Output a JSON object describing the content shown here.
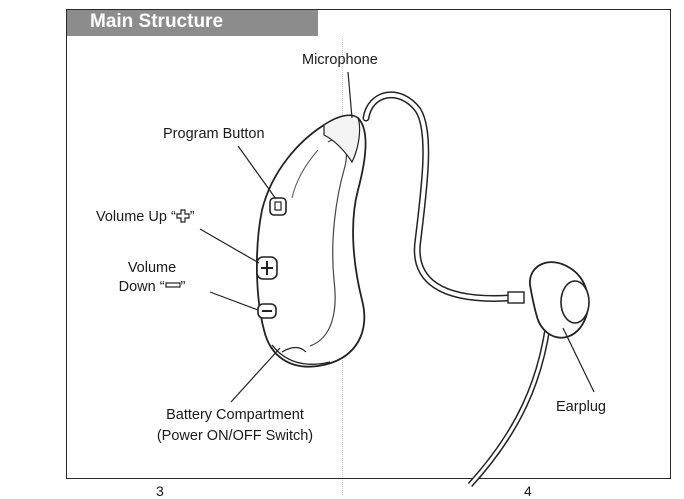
{
  "title": "Main Structure",
  "labels": {
    "microphone": "Microphone",
    "program_button": "Program Button",
    "volume_up": "Volume Up “",
    "volume_up_close": "”",
    "volume_down_line1": "Volume",
    "volume_down_line2": "Down “",
    "volume_down_close": "”",
    "battery_line1": "Battery Compartment",
    "battery_line2": "(Power ON/OFF Switch)",
    "earplug": "Earplug"
  },
  "page_numbers": {
    "left": "3",
    "right": "4"
  },
  "icons": {
    "plus": "plus-icon",
    "minus": "minus-icon"
  }
}
